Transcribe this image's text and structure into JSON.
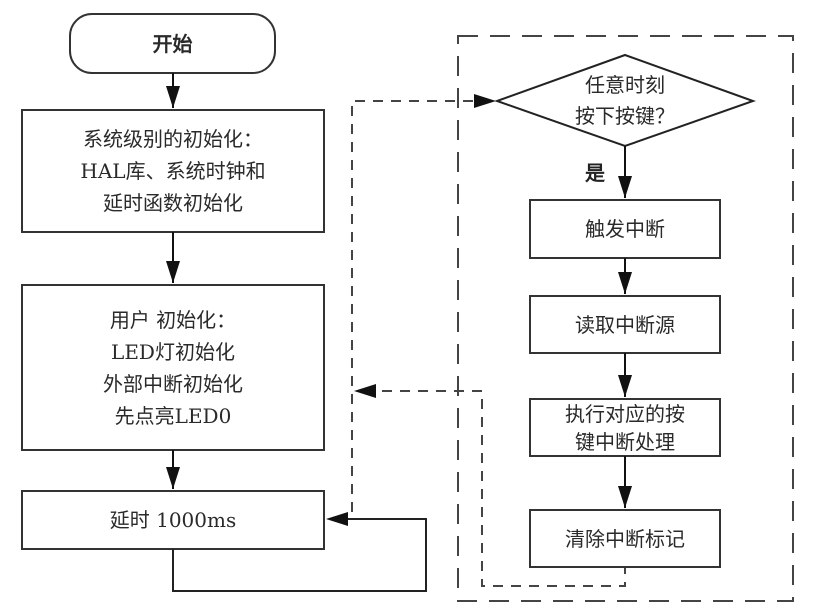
{
  "diagram": {
    "main_flow": {
      "start": {
        "label": "开始"
      },
      "system_init": {
        "lines": [
          "系统级别的初始化：",
          "HAL库、系统时钟和",
          "延时函数初始化"
        ]
      },
      "user_init": {
        "lines": [
          "用户 初始化：",
          "LED灯初始化",
          "外部中断初始化",
          "先点亮LED0"
        ]
      },
      "delay": {
        "label": "延时 1000ms"
      }
    },
    "interrupt_flow": {
      "decision": {
        "lines": [
          "任意时刻",
          "按下按键？"
        ]
      },
      "yes_label": "是",
      "trigger": {
        "label": "触发中断"
      },
      "read_source": {
        "label": "读取中断源"
      },
      "handle": {
        "lines": [
          "执行对应的按",
          "键中断处理"
        ]
      },
      "clear_flag": {
        "label": "清除中断标记"
      }
    },
    "colors": {
      "line": "#1a1a1a",
      "dashed": "#444444",
      "text": "#2a2a2a",
      "background": "#ffffff"
    }
  }
}
